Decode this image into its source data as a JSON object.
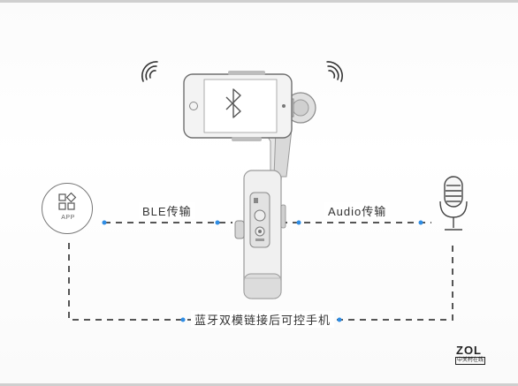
{
  "diagram": {
    "ble_label": "BLE传输",
    "audio_label": "Audio传输",
    "bottom_label": "蓝牙双模链接后可控手机",
    "app_label": "APP",
    "watermark_text": "ZOL",
    "watermark_sub": "中关村在线"
  },
  "colors": {
    "line": "#555555",
    "dot_accent": "#2f8de4",
    "device_gray": "#9a9a9a"
  },
  "icons": [
    "wifi-signal-left-icon",
    "wifi-signal-right-icon",
    "bluetooth-icon",
    "app-grid-icon",
    "microphone-icon"
  ]
}
